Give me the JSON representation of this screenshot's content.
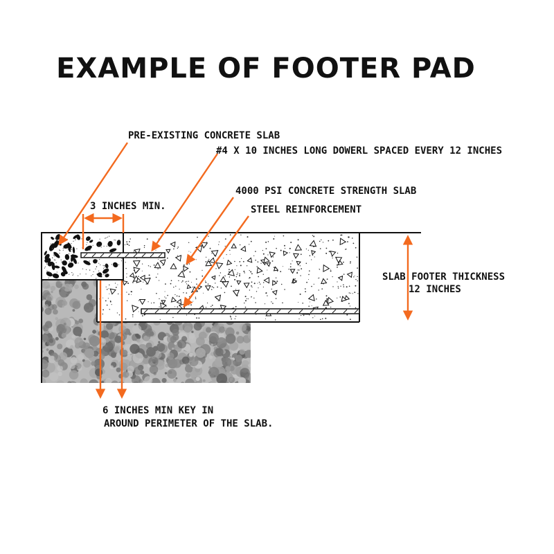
{
  "title": "EXAMPLE OF FOOTER PAD",
  "labels": {
    "existing_slab": "PRE-EXISTING CONCRETE SLAB",
    "dowel": "#4 X 10 INCHES LONG DOWERL SPACED EVERY 12 INCHES",
    "psi": "4000 PSI CONCRETE STRENGTH SLAB",
    "rebar": "STEEL REINFORCEMENT",
    "min3": "3 INCHES MIN.",
    "thickness_line1": "SLAB FOOTER THICKNESS",
    "thickness_line2": "12 INCHES",
    "key_line1": "6 INCHES MIN KEY IN",
    "key_line2": "AROUND PERIMETER OF THE SLAB."
  },
  "colors": {
    "accent": "#f36a1f",
    "ink": "#111111",
    "soil": "#8a8a8a"
  }
}
